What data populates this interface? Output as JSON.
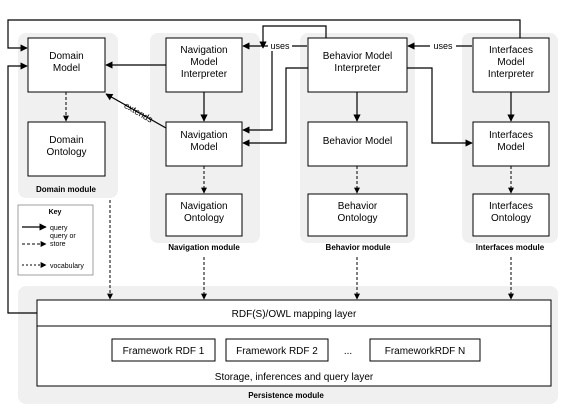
{
  "boxes": {
    "domain_model": [
      "Domain",
      "Model"
    ],
    "domain_ontology": [
      "Domain",
      "Ontology"
    ],
    "nav_interpreter": [
      "Navigation",
      "Model",
      "Interpreter"
    ],
    "nav_model": [
      "Navigation",
      "Model"
    ],
    "nav_ontology": [
      "Navigation",
      "Ontology"
    ],
    "beh_interpreter": [
      "Behavior Model",
      "Interpreter"
    ],
    "beh_model": [
      "Behavior Model"
    ],
    "beh_ontology": [
      "Behavior",
      "Ontology"
    ],
    "int_interpreter": [
      "Interfaces",
      "Model",
      "Interpreter"
    ],
    "int_model": [
      "Interfaces",
      "Model"
    ],
    "int_ontology": [
      "Interfaces",
      "Ontology"
    ],
    "mapping_layer": [
      "RDF(S)/OWL mapping layer"
    ],
    "rdf1": [
      "Framework RDF 1"
    ],
    "rdf2": [
      "Framework RDF 2"
    ],
    "rdfn": [
      "FrameworkRDF N"
    ]
  },
  "ellipsis": "...",
  "storage_layer": "Storage, inferences and query layer",
  "modules": {
    "domain": "Domain module",
    "navigation": "Navigation module",
    "behavior": "Behavior module",
    "interfaces": "Interfaces module",
    "persistence": "Persistence module"
  },
  "edge_labels": {
    "uses_left": "uses",
    "uses_right": "uses",
    "extends": "extends"
  },
  "key": {
    "title": "Key",
    "query": "query",
    "query_or_store": [
      "query or",
      "store"
    ],
    "vocabulary": "vocabulary"
  }
}
